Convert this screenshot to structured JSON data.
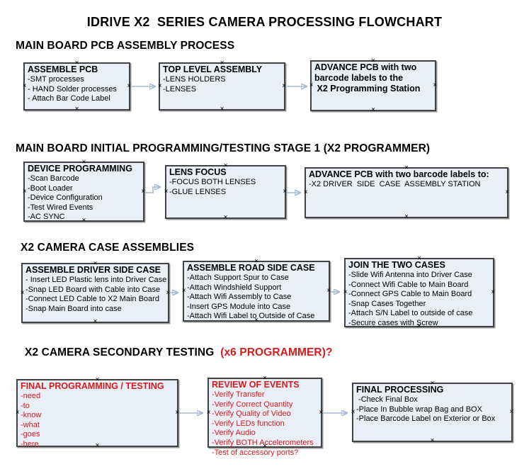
{
  "title": "IDRIVE X2  SERIES CAMERA PROCESSING FLOWCHART",
  "glyphs": {
    "connection_handle": "×"
  },
  "colors": {
    "accent_red": "#d91a1a",
    "box_fill": "#e9eef7",
    "box_border": "#424242",
    "arrow_shaft": "#a6b8d4",
    "arrow_head": "#3f5fa6"
  },
  "sections": [
    {
      "heading": "MAIN BOARD PCB ASSEMBLY PROCESS",
      "boxes": [
        {
          "title": "ASSEMBLE PCB",
          "lines": [
            "-SMT processes",
            "- HAND Solder processes",
            "- Attach Bar Code Label"
          ]
        },
        {
          "title": "TOP LEVEL ASSEMBLY",
          "lines": [
            "-LENS HOLDERS",
            "-LENSES"
          ]
        },
        {
          "title": "ADVANCE PCB with two\nbarcode labels to the\n X2 Programming Station",
          "lines": []
        }
      ]
    },
    {
      "heading": "MAIN BOARD INITIAL PROGRAMMING/TESTING STAGE 1 (X2 PROGRAMMER)",
      "boxes": [
        {
          "title": "DEVICE PROGRAMMING",
          "lines": [
            "-Scan Barcode",
            "-Boot Loader",
            "-Device Configuration",
            "-Test Wired Events",
            "-AC SYNC"
          ]
        },
        {
          "title": "LENS FOCUS",
          "lines": [
            "-FOCUS BOTH LENSES",
            "-GLUE LENSES"
          ]
        },
        {
          "title": "ADVANCE PCB with two barcode labels to:",
          "lines": [
            "-X2 DRIVER  SIDE  CASE  ASSEMBLY STATION"
          ]
        }
      ]
    },
    {
      "heading": "X2 CAMERA CASE ASSEMBLIES",
      "boxes": [
        {
          "title": "ASSEMBLE DRIVER SIDE CASE",
          "lines": [
            "- Insert LED Plastic lens into Driver Case",
            "-Snap LED Board with Cable into Case",
            "-Connect LED Cable to X2 Main Board",
            "-Snap Main Board into case"
          ]
        },
        {
          "title": "ASSEMBLE ROAD SIDE CASE",
          "lines": [
            "-Attach Support Spur to Case",
            "-Attach Windshield Support",
            "-Attach Wifi Assembly to Case",
            "-Insert GPS Module into Case",
            "-Attach Wifi Label to Outside of Case"
          ]
        },
        {
          "title": "JOIN THE TWO CASES",
          "lines": [
            "-Slide Wifi Antenna into Driver Case",
            "-Connect Wifi Cable to Main Board",
            "-Connect GPS Cable to Main Board",
            "-Snap Cases Together",
            "-Attach S/N Label to outside of case",
            "-Secure cases with Screw"
          ]
        }
      ]
    },
    {
      "heading": "X2 CAMERA SECONDARY TESTING ",
      "heading_red_suffix": " (x6 PROGRAMMER)?",
      "boxes": [
        {
          "title": "FINAL PROGRAMMING / TESTING",
          "lines": [
            "-need",
            "-to",
            "-know",
            "-what",
            "-goes",
            "-here"
          ]
        },
        {
          "title": "REVIEW OF EVENTS",
          "lines": [
            "-Verify Transfer",
            "-Verify Correct Quantity",
            "-Verify Quality of Video",
            "-Verify LEDs function",
            "-Verify Audio",
            "-Verify BOTH Accelerometers",
            "-Test of accessory ports?"
          ]
        },
        {
          "title": "FINAL PROCESSING",
          "lines": [
            " -Check Final Box",
            "-Place In Bubble wrap Bag and BOX",
            "-Place Barcode Label on Exterior or Box"
          ]
        }
      ]
    }
  ]
}
